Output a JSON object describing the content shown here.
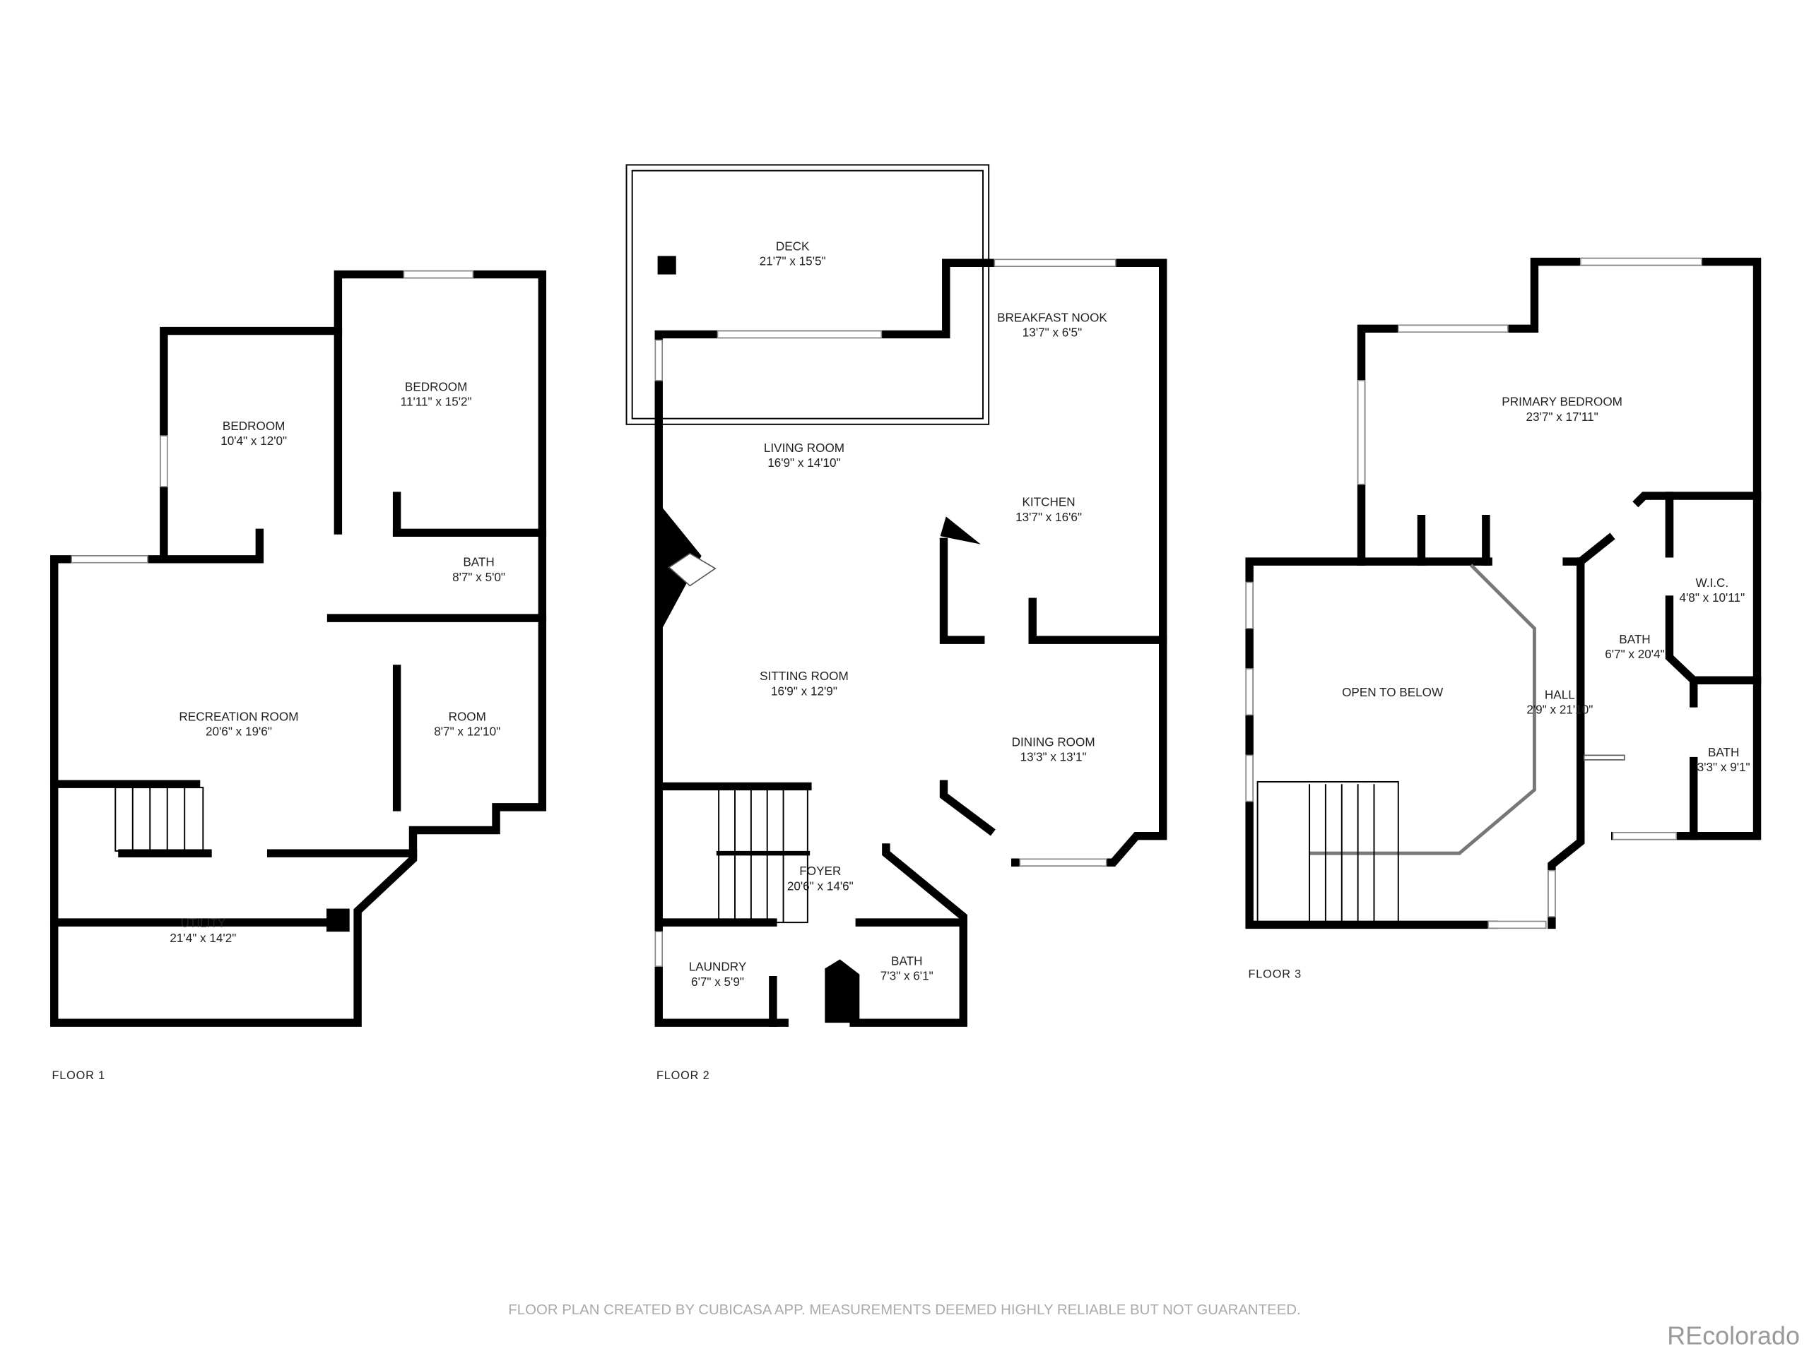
{
  "floors": [
    {
      "label": "FLOOR 1",
      "rooms": [
        {
          "name": "BEDROOM",
          "size": "10'4\" x 12'0\""
        },
        {
          "name": "BEDROOM",
          "size": "11'11\" x 15'2\""
        },
        {
          "name": "BATH",
          "size": "8'7\" x 5'0\""
        },
        {
          "name": "RECREATION ROOM",
          "size": "20'6\" x 19'6\""
        },
        {
          "name": "ROOM",
          "size": "8'7\" x 12'10\""
        },
        {
          "name": "UTILITY",
          "size": "21'4\" x 14'2\""
        }
      ]
    },
    {
      "label": "FLOOR 2",
      "rooms": [
        {
          "name": "DECK",
          "size": "21'7\" x 15'5\""
        },
        {
          "name": "BREAKFAST NOOK",
          "size": "13'7\" x 6'5\""
        },
        {
          "name": "LIVING ROOM",
          "size": "16'9\" x 14'10\""
        },
        {
          "name": "KITCHEN",
          "size": "13'7\" x 16'6\""
        },
        {
          "name": "SITTING ROOM",
          "size": "16'9\" x 12'9\""
        },
        {
          "name": "DINING ROOM",
          "size": "13'3\" x 13'1\""
        },
        {
          "name": "FOYER",
          "size": "20'6\" x 14'6\""
        },
        {
          "name": "LAUNDRY",
          "size": "6'7\" x 5'9\""
        },
        {
          "name": "BATH",
          "size": "7'3\" x 6'1\""
        }
      ]
    },
    {
      "label": "FLOOR 3",
      "rooms": [
        {
          "name": "PRIMARY BEDROOM",
          "size": "23'7\" x 17'11\""
        },
        {
          "name": "W.I.C.",
          "size": "4'8\" x 10'11\""
        },
        {
          "name": "BATH",
          "size": "6'7\" x 20'4\""
        },
        {
          "name": "OPEN TO BELOW",
          "size": ""
        },
        {
          "name": "HALL",
          "size": "2'9\" x 21'10\""
        },
        {
          "name": "BATH",
          "size": "3'3\" x 9'1\""
        }
      ]
    }
  ],
  "footer": {
    "disclaimer": "FLOOR PLAN CREATED BY CUBICASA APP. MEASUREMENTS DEEMED HIGHLY RELIABLE BUT NOT GUARANTEED.",
    "watermark": "REcolorado"
  }
}
